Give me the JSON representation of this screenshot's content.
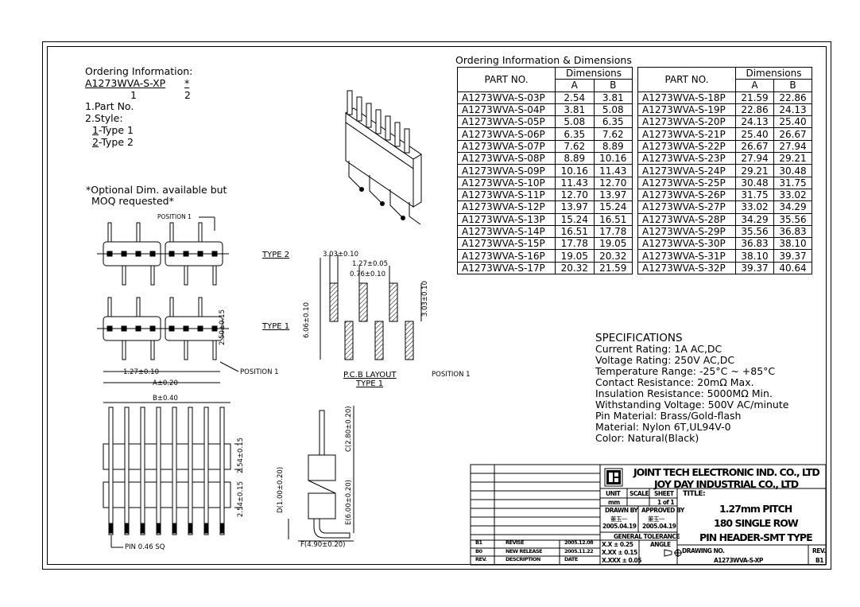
{
  "ordering_info": {
    "title": "Ordering Information:",
    "code": "A1273WVA-S-XP",
    "code_star": "*",
    "n1": "1",
    "n2": "2",
    "item1": "1.Part No.",
    "item2": "2.Style:",
    "type1_num": "1",
    "type1_text": "-Type 1",
    "type2_num": "2",
    "type2_text": "-Type 2",
    "optional_1": "*Optional Dim. available but",
    "optional_2": "MOQ requested*"
  },
  "table": {
    "caption": "Ordering Information & Dimensions",
    "h_part": "PART NO.",
    "h_dims": "Dimensions",
    "h_a": "A",
    "h_b": "B",
    "left_rows": [
      [
        "A1273WVA-S-03P",
        "2.54",
        "3.81"
      ],
      [
        "A1273WVA-S-04P",
        "3.81",
        "5.08"
      ],
      [
        "A1273WVA-S-05P",
        "5.08",
        "6.35"
      ],
      [
        "A1273WVA-S-06P",
        "6.35",
        "7.62"
      ],
      [
        "A1273WVA-S-07P",
        "7.62",
        "8.89"
      ],
      [
        "A1273WVA-S-08P",
        "8.89",
        "10.16"
      ],
      [
        "A1273WVA-S-09P",
        "10.16",
        "11.43"
      ],
      [
        "A1273WVA-S-10P",
        "11.43",
        "12.70"
      ],
      [
        "A1273WVA-S-11P",
        "12.70",
        "13.97"
      ],
      [
        "A1273WVA-S-12P",
        "13.97",
        "15.24"
      ],
      [
        "A1273WVA-S-13P",
        "15.24",
        "16.51"
      ],
      [
        "A1273WVA-S-14P",
        "16.51",
        "17.78"
      ],
      [
        "A1273WVA-S-15P",
        "17.78",
        "19.05"
      ],
      [
        "A1273WVA-S-16P",
        "19.05",
        "20.32"
      ],
      [
        "A1273WVA-S-17P",
        "20.32",
        "21.59"
      ]
    ],
    "right_rows": [
      [
        "A1273WVA-S-18P",
        "21.59",
        "22.86"
      ],
      [
        "A1273WVA-S-19P",
        "22.86",
        "24.13"
      ],
      [
        "A1273WVA-S-20P",
        "24.13",
        "25.40"
      ],
      [
        "A1273WVA-S-21P",
        "25.40",
        "26.67"
      ],
      [
        "A1273WVA-S-22P",
        "26.67",
        "27.94"
      ],
      [
        "A1273WVA-S-23P",
        "27.94",
        "29.21"
      ],
      [
        "A1273WVA-S-24P",
        "29.21",
        "30.48"
      ],
      [
        "A1273WVA-S-25P",
        "30.48",
        "31.75"
      ],
      [
        "A1273WVA-S-26P",
        "31.75",
        "33.02"
      ],
      [
        "A1273WVA-S-27P",
        "33.02",
        "34.29"
      ],
      [
        "A1273WVA-S-28P",
        "34.29",
        "35.56"
      ],
      [
        "A1273WVA-S-29P",
        "35.56",
        "36.83"
      ],
      [
        "A1273WVA-S-30P",
        "36.83",
        "38.10"
      ],
      [
        "A1273WVA-S-31P",
        "38.10",
        "39.37"
      ],
      [
        "A1273WVA-S-32P",
        "39.37",
        "40.64"
      ]
    ]
  },
  "drawing": {
    "position1_top": "POSITION 1",
    "type2": "TYPE 2",
    "type1": "TYPE 1",
    "dim_250": "2.50±0.15",
    "dim_127": "1.27±0.10",
    "dim_a": "A±0.20",
    "position1_bottom": "POSITION 1",
    "dim_b": "B±0.40",
    "dim_254a": "2.54±0.15",
    "dim_254b": "2.54±0.15",
    "pin_sq": "PIN 0.46 SQ",
    "pcb_303a": "3.03±0.10",
    "pcb_127": "1.27±0.05",
    "pcb_076": "0.76±0.10",
    "pcb_606": "6.06±0.10",
    "pcb_303b": "3.03±0.10",
    "pcb_title": "P.C.B LAYOUT",
    "pcb_type": "TYPE 1",
    "pcb_position": "POSITION 1",
    "side_c": "C(2.80±0.20)",
    "side_d": "D(1.00±0.20)",
    "side_e": "E(6.00±0.20)",
    "side_f": "F(4.90±0.20)"
  },
  "specs": {
    "title": "SPECIFICATIONS",
    "lines": [
      "Current Rating: 1A AC,DC",
      "Voltage Rating: 250V AC,DC",
      "Temperature Range: -25°C ~ +85°C",
      "Contact Resistance: 20mΩ Max.",
      "Insulation Resistance: 5000MΩ Min.",
      "Withstanding Voltage: 500V AC/minute",
      "Pin Material: Brass/Gold-flash",
      "Material: Nylon 6T,UL94V-0",
      "Color: Natural(Black)"
    ]
  },
  "title_block": {
    "company1": "JOINT TECH ELECTRONIC IND. CO., LTD",
    "company2": "JOY DAY INDUSTRIAL CO., LTD",
    "unit": "UNIT",
    "scale": "SCALE",
    "sheet": "SHEET",
    "title_label": "TITLE:",
    "unit_val": "mm",
    "sheet_val": "1 of 1",
    "drawn_by": "DRAWN BY",
    "approved_by": "APPROVED BY",
    "drawn_name": "董玉一",
    "approved_name": "董玉一",
    "drawn_date": "2005.04.19",
    "approved_date": "2005.04.19",
    "tolerance": "GENERAL TOLERANCE",
    "angle": "ANGLE",
    "tol1": "X.X ± 0.25",
    "tol2": "X.XX ± 0.15",
    "tol3": "X.XXX ± 0.05",
    "title1": "1.27mm PITCH",
    "title2": "180 SINGLE ROW",
    "title3": "PIN HEADER-SMT TYPE",
    "drawing_no_label": "DRAWING NO.",
    "drawing_no": "A1273WVA-S-XP",
    "rev_label": "REV.",
    "rev_val": "B1",
    "rev_rows": [
      [
        "B1",
        "REVISE",
        "2005.12.08"
      ],
      [
        "B0",
        "NEW RELEASE",
        "2005.11.22"
      ],
      [
        "REV.",
        "DESCRIPTION",
        "DATE"
      ]
    ]
  }
}
